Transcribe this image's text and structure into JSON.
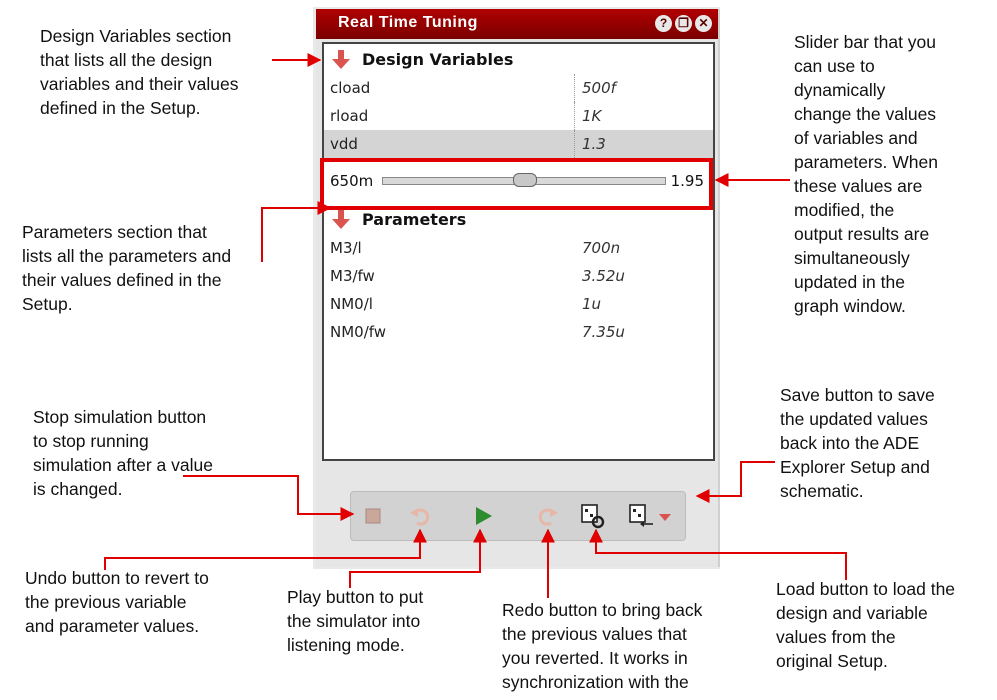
{
  "window": {
    "title": "Real Time Tuning",
    "help_glyph": "?",
    "restore_glyph": "❐",
    "close_glyph": "✕"
  },
  "design_variables": {
    "heading": "Design Variables",
    "rows": [
      {
        "name": "cload",
        "value": "500f"
      },
      {
        "name": "rload",
        "value": "1K"
      },
      {
        "name": "vdd",
        "value": "1.3",
        "selected": true
      }
    ]
  },
  "slider": {
    "min_label": "650m",
    "max_label": "1.95",
    "min": 0.65,
    "max": 1.95,
    "value": 1.3
  },
  "parameters": {
    "heading": "Parameters",
    "rows": [
      {
        "name": "M3/l",
        "value": "700n"
      },
      {
        "name": "M3/fw",
        "value": "3.52u"
      },
      {
        "name": "NM0/l",
        "value": "1u"
      },
      {
        "name": "NM0/fw",
        "value": "7.35u"
      }
    ]
  },
  "toolbar_icons": [
    "stop-icon",
    "undo-icon",
    "play-icon",
    "redo-icon",
    "load-icon",
    "save-icon",
    "dropdown-arrow-icon"
  ],
  "colors": {
    "accent_red": "#e00000",
    "title_red": "#9a0000",
    "play_green": "#2e8b2e"
  },
  "callouts": {
    "design_variables": "Design Variables section\nthat lists all the design\nvariables and their values\ndefined in the Setup.",
    "parameters": "Parameters section that\nlists all the parameters and\ntheir values defined in the\nSetup.",
    "stop": "Stop simulation button\nto stop running\nsimulation after a value\nis changed.",
    "undo": "Undo button to revert to\nthe previous variable\nand parameter values.",
    "play": "Play button to put\nthe simulator into\nlistening mode.",
    "redo": "Redo button to bring back\nthe previous values that\nyou reverted. It works in\nsynchronization with the",
    "load": "Load button to load the\ndesign and variable\nvalues from the\noriginal Setup.",
    "save": "Save button to save\nthe updated values\nback into the ADE\nExplorer Setup and\nschematic.",
    "slider": "Slider bar that you\ncan use to\ndynamically\nchange the values\nof variables and\nparameters. When\nthese values are\nmodified, the\noutput results are\nsimultaneously\nupdated in the\ngraph window."
  }
}
